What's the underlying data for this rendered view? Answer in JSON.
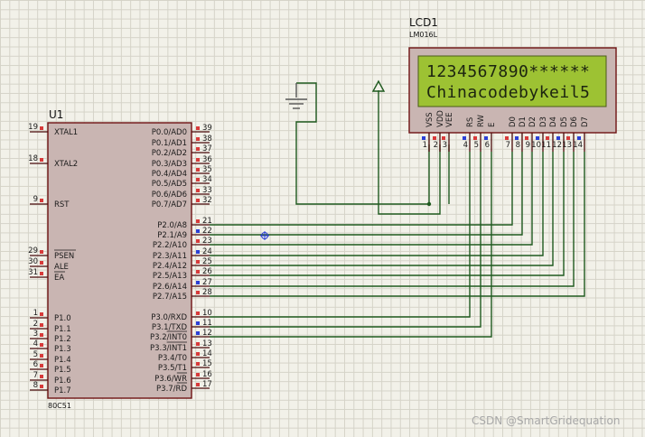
{
  "mcu": {
    "ref": "U1",
    "part": "80C51",
    "left_pins": [
      {
        "num": "19",
        "label": "XTAL1"
      },
      {
        "num": "18",
        "label": "XTAL2"
      },
      {
        "num": "9",
        "label": "RST"
      },
      {
        "num": "29",
        "label": "PSEN"
      },
      {
        "num": "30",
        "label": "ALE"
      },
      {
        "num": "31",
        "label": "EA"
      },
      {
        "num": "1",
        "label": "P1.0"
      },
      {
        "num": "2",
        "label": "P1.1"
      },
      {
        "num": "3",
        "label": "P1.2"
      },
      {
        "num": "4",
        "label": "P1.3"
      },
      {
        "num": "5",
        "label": "P1.4"
      },
      {
        "num": "6",
        "label": "P1.5"
      },
      {
        "num": "7",
        "label": "P1.6"
      },
      {
        "num": "8",
        "label": "P1.7"
      }
    ],
    "right_pins": [
      {
        "num": "39",
        "label": "P0.0/AD0"
      },
      {
        "num": "38",
        "label": "P0.1/AD1"
      },
      {
        "num": "37",
        "label": "P0.2/AD2"
      },
      {
        "num": "36",
        "label": "P0.3/AD3"
      },
      {
        "num": "35",
        "label": "P0.4/AD4"
      },
      {
        "num": "34",
        "label": "P0.5/AD5"
      },
      {
        "num": "33",
        "label": "P0.6/AD6"
      },
      {
        "num": "32",
        "label": "P0.7/AD7"
      },
      {
        "num": "21",
        "label": "P2.0/A8"
      },
      {
        "num": "22",
        "label": "P2.1/A9"
      },
      {
        "num": "23",
        "label": "P2.2/A10"
      },
      {
        "num": "24",
        "label": "P2.3/A11"
      },
      {
        "num": "25",
        "label": "P2.4/A12"
      },
      {
        "num": "26",
        "label": "P2.5/A13"
      },
      {
        "num": "27",
        "label": "P2.6/A14"
      },
      {
        "num": "28",
        "label": "P2.7/A15"
      },
      {
        "num": "10",
        "label": "P3.0/RXD"
      },
      {
        "num": "11",
        "label": "P3.1/TXD"
      },
      {
        "num": "12",
        "label": "P3.2/INT0"
      },
      {
        "num": "13",
        "label": "P3.3/INT1"
      },
      {
        "num": "14",
        "label": "P3.4/T0"
      },
      {
        "num": "15",
        "label": "P3.5/T1"
      },
      {
        "num": "16",
        "label": "P3.6/WR"
      },
      {
        "num": "17",
        "label": "P3.7/RD"
      }
    ]
  },
  "lcd": {
    "ref": "LCD1",
    "part": "LM016L",
    "line1": "1234567890******",
    "line2": "Chinacodebykeil5",
    "screen_color": "#9dc233",
    "pins": [
      {
        "num": "1",
        "label": "VSS"
      },
      {
        "num": "2",
        "label": "VDD"
      },
      {
        "num": "3",
        "label": "VEE"
      },
      {
        "num": "4",
        "label": "RS"
      },
      {
        "num": "5",
        "label": "RW"
      },
      {
        "num": "6",
        "label": "E"
      },
      {
        "num": "7",
        "label": "D0"
      },
      {
        "num": "8",
        "label": "D1"
      },
      {
        "num": "9",
        "label": "D2"
      },
      {
        "num": "10",
        "label": "D3"
      },
      {
        "num": "11",
        "label": "D4"
      },
      {
        "num": "12",
        "label": "D5"
      },
      {
        "num": "13",
        "label": "D6"
      },
      {
        "num": "14",
        "label": "D7"
      }
    ]
  },
  "colors": {
    "wire": "#1f5a1f",
    "chip_fill": "#c9b5b2",
    "chip_border": "#6e1212",
    "pin_line": "#4a0b0b",
    "pin_red": "#d73a3a",
    "pin_blue": "#2b3fd6"
  },
  "watermark": "CSDN @SmartGridequation"
}
